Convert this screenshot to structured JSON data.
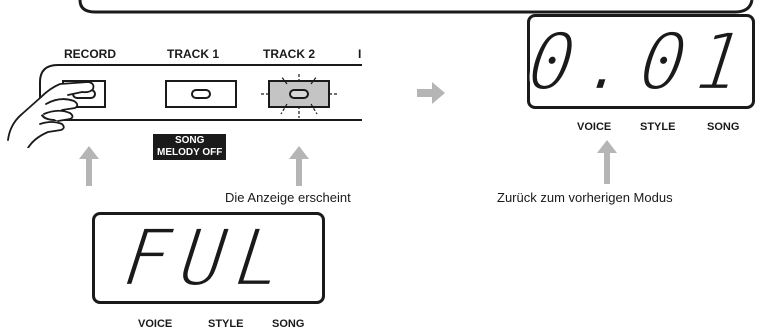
{
  "panel": {
    "record_label": "RECORD",
    "track1_label": "TRACK 1",
    "track2_label": "TRACK 2",
    "partial_label": "I",
    "song_badge_line1": "SONG",
    "song_badge_line2": "MELODY OFF"
  },
  "captions": {
    "display_appears": "Die Anzeige erscheint",
    "return_previous": "Zurück zum vorherigen Modus"
  },
  "lcd_top": {
    "text": "0.01",
    "mode_voice": "VOICE",
    "mode_style": "STYLE",
    "mode_song": "SONG"
  },
  "lcd_bottom": {
    "text": "FUL",
    "mode_voice": "VOICE",
    "mode_style": "STYLE",
    "mode_song": "SONG"
  },
  "colors": {
    "ink": "#1a1a1a",
    "arrow_gray": "#b5b5b5",
    "track2_fill": "#c4c4c4"
  }
}
